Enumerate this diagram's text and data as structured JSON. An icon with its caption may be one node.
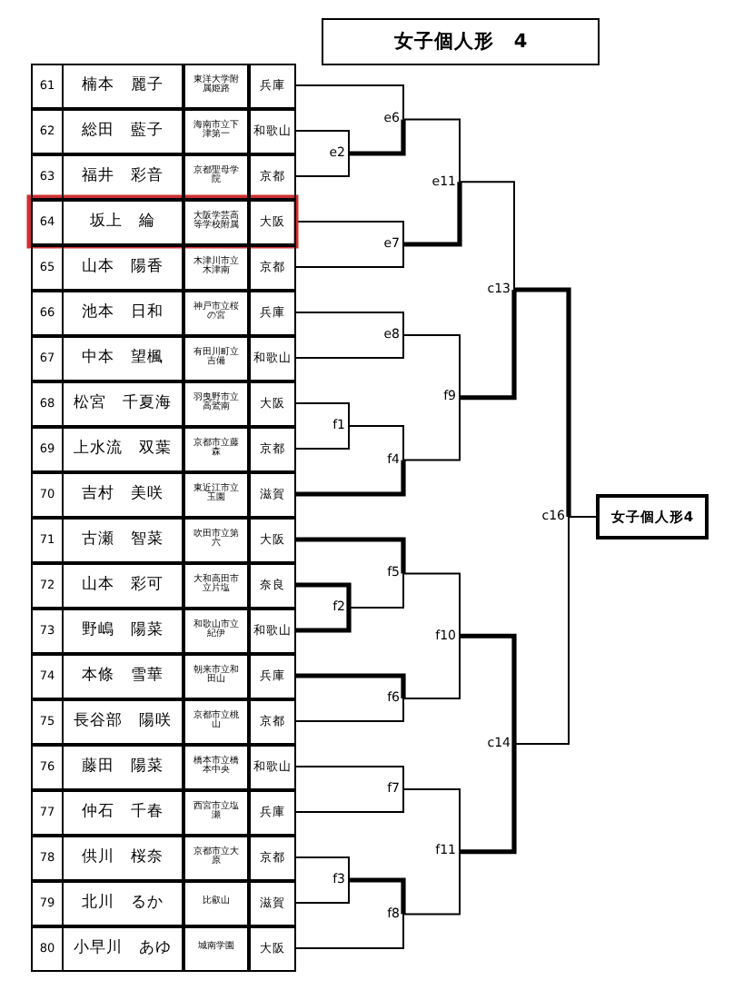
{
  "diagram": {
    "title": "女子個人形　4",
    "nodes": [
      {
        "text": [
          "61",
          "楠本　麗子",
          "東洋大学附属姫路",
          "兵庫"
        ]
      },
      {
        "text": [
          "62",
          "総田　藍子",
          "海南市立下津第一",
          "和歌山"
        ]
      },
      {
        "text": [
          "63",
          "福井　彩音",
          "京都聖母学院",
          "京都"
        ]
      },
      {
        "text": [
          "64",
          "坂上　綸",
          "大阪学芸高等学校附属",
          "大阪"
        ]
      },
      {
        "text": [
          "65",
          "山本　陽香",
          "木津川市立木津南",
          "京都"
        ]
      },
      {
        "text": [
          "66",
          "池本　日和",
          "神戸市立桜の宮",
          "兵庫"
        ]
      },
      {
        "text": [
          "67",
          "中本　望楓",
          "有田川町立吉備",
          "和歌山"
        ]
      },
      {
        "text": [
          "68",
          "松宮　千夏海",
          "羽曳野市立高鷲南",
          "大阪"
        ]
      },
      {
        "text": [
          "69",
          "上水流　双葉",
          "京都市立藤森",
          "京都"
        ]
      },
      {
        "text": [
          "70",
          "吉村　美咲",
          "東近江市立玉園",
          "滋賀"
        ]
      },
      {
        "text": [
          "71",
          "古瀬　智菜",
          "吹田市立第六",
          "大阪"
        ]
      },
      {
        "text": [
          "72",
          "山本　彩可",
          "大和高田市立片塩",
          "奈良"
        ]
      },
      {
        "text": [
          "73",
          "野嶋　陽菜",
          "和歌山市立紀伊",
          "和歌山"
        ]
      },
      {
        "text": [
          "74",
          "本條　雪華",
          "朝来市立和田山",
          "兵庫"
        ]
      },
      {
        "text": [
          "75",
          "長谷部　陽咲",
          "京都市立桃山",
          "京都"
        ]
      },
      {
        "text": [
          "76",
          "藤田　陽菜",
          "橋本市立橋本中央",
          "和歌山"
        ]
      },
      {
        "text": [
          "77",
          "仲石　千春",
          "西宮市立塩瀬",
          "兵庫"
        ]
      },
      {
        "text": [
          "78",
          "供川　桜奈",
          "京都市立大原",
          "京都"
        ]
      },
      {
        "text": [
          "79",
          "北川　るか",
          "比叡山",
          "滋賀"
        ]
      },
      {
        "text": [
          "80",
          "小早川　あゆ",
          "城南学園",
          "大阪"
        ]
      },
      {
        "text": [
          "e6"
        ]
      },
      {
        "text": [
          "e2"
        ]
      },
      {
        "text": [
          "e11"
        ]
      },
      {
        "text": [
          "e7"
        ]
      },
      {
        "text": [
          "c13"
        ]
      },
      {
        "text": [
          "e8"
        ]
      },
      {
        "text": [
          "f9"
        ]
      },
      {
        "text": [
          "f1"
        ]
      },
      {
        "text": [
          "f4"
        ]
      },
      {
        "text": [
          "c16"
        ]
      },
      {
        "text": [
          "女子個人形4"
        ]
      },
      {
        "text": [
          "f5"
        ]
      },
      {
        "text": [
          "f2"
        ]
      },
      {
        "text": [
          "f10"
        ]
      },
      {
        "text": [
          "f6"
        ]
      },
      {
        "text": [
          "c14"
        ]
      },
      {
        "text": [
          "f7"
        ]
      },
      {
        "text": [
          "f11"
        ]
      },
      {
        "text": [
          "f3"
        ]
      },
      {
        "text": [
          "f8"
        ]
      }
    ],
    "edges": [
      {
        "from": 1,
        "to": 21,
        "arrow": "none"
      },
      {
        "from": 2,
        "to": 21,
        "arrow": "none"
      },
      {
        "from": 0,
        "to": 20,
        "arrow": "none"
      },
      {
        "from": 21,
        "to": 20,
        "arrow": "none",
        "style": "thick"
      },
      {
        "from": 3,
        "to": 23,
        "arrow": "none"
      },
      {
        "from": 4,
        "to": 23,
        "arrow": "none"
      },
      {
        "from": 20,
        "to": 22,
        "arrow": "none"
      },
      {
        "from": 23,
        "to": 22,
        "arrow": "none",
        "style": "thick"
      },
      {
        "from": 5,
        "to": 25,
        "arrow": "none"
      },
      {
        "from": 6,
        "to": 25,
        "arrow": "none"
      },
      {
        "from": 7,
        "to": 27,
        "arrow": "none"
      },
      {
        "from": 8,
        "to": 27,
        "arrow": "none"
      },
      {
        "from": 27,
        "to": 28,
        "arrow": "none"
      },
      {
        "from": 9,
        "to": 28,
        "arrow": "none",
        "style": "thick"
      },
      {
        "from": 25,
        "to": 26,
        "arrow": "none"
      },
      {
        "from": 28,
        "to": 26,
        "arrow": "none"
      },
      {
        "from": 22,
        "to": 24,
        "arrow": "none"
      },
      {
        "from": 26,
        "to": 24,
        "arrow": "none",
        "style": "thick"
      },
      {
        "from": 10,
        "to": 31,
        "arrow": "none",
        "style": "thick"
      },
      {
        "from": 11,
        "to": 32,
        "arrow": "none",
        "style": "thick"
      },
      {
        "from": 12,
        "to": 32,
        "arrow": "none",
        "style": "thick"
      },
      {
        "from": 32,
        "to": 31,
        "arrow": "none"
      },
      {
        "from": 13,
        "to": 34,
        "arrow": "none",
        "style": "thick"
      },
      {
        "from": 14,
        "to": 34,
        "arrow": "none"
      },
      {
        "from": 31,
        "to": 33,
        "arrow": "none"
      },
      {
        "from": 34,
        "to": 33,
        "arrow": "none"
      },
      {
        "from": 15,
        "to": 36,
        "arrow": "none"
      },
      {
        "from": 16,
        "to": 36,
        "arrow": "none"
      },
      {
        "from": 17,
        "to": 38,
        "arrow": "none"
      },
      {
        "from": 18,
        "to": 38,
        "arrow": "none"
      },
      {
        "from": 38,
        "to": 39,
        "arrow": "none",
        "style": "thick"
      },
      {
        "from": 19,
        "to": 39,
        "arrow": "none"
      },
      {
        "from": 36,
        "to": 37,
        "arrow": "none"
      },
      {
        "from": 39,
        "to": 37,
        "arrow": "none"
      },
      {
        "from": 33,
        "to": 35,
        "arrow": "none",
        "style": "thick"
      },
      {
        "from": 37,
        "to": 35,
        "arrow": "none",
        "style": "thick"
      },
      {
        "from": 24,
        "to": 29,
        "arrow": "none",
        "style": "thick"
      },
      {
        "from": 35,
        "to": 29,
        "arrow": "none"
      },
      {
        "from": 29,
        "to": 30,
        "arrow": "none"
      }
    ]
  }
}
